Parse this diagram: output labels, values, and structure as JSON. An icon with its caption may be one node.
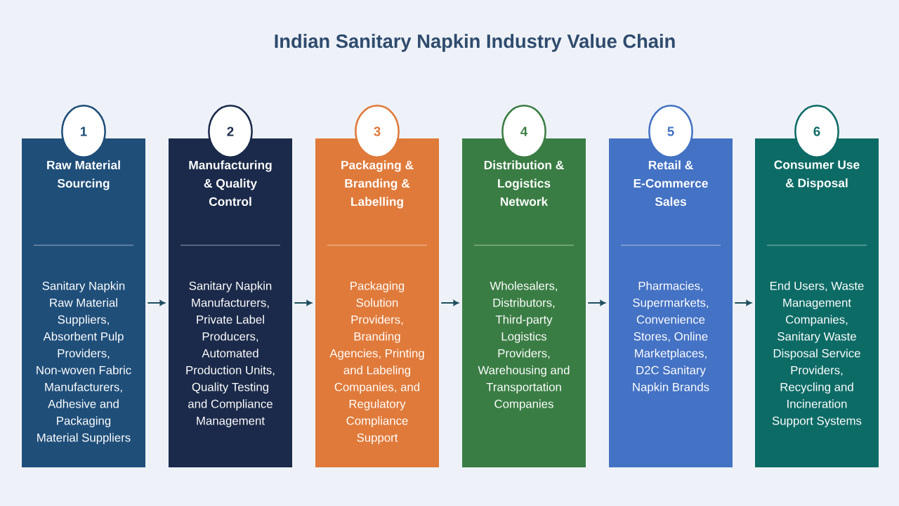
{
  "diagram": {
    "title": "Indian Sanitary Napkin Industry Value Chain",
    "nodes": [
      {
        "text": [
          "1"
        ]
      },
      {
        "text": [
          "Raw Material Sourcing",
          "Sanitary Napkin Raw Material Suppliers, Absorbent Pulp Providers, Non-woven Fabric Manufacturers, Adhesive and Packaging Material Suppliers"
        ]
      },
      {
        "text": [
          "2"
        ]
      },
      {
        "text": [
          "Manufacturing & Quality Control",
          "Sanitary Napkin Manufacturers, Private Label Producers, Automated Production Units, Quality Testing and Compliance Management"
        ]
      },
      {
        "text": [
          "3"
        ]
      },
      {
        "text": [
          "Packaging & Branding & Labelling",
          "Packaging Solution Providers, Branding Agencies, Printing and Labeling Companies, and Regulatory Compliance Support"
        ]
      },
      {
        "text": [
          "4"
        ]
      },
      {
        "text": [
          "Distribution & Logistics Network",
          "Wholesalers, Distributors, Third-party Logistics Providers, Warehousing and Transportation Companies"
        ]
      },
      {
        "text": [
          "5"
        ]
      },
      {
        "text": [
          "Retail & E-Commerce Sales",
          "Pharmacies, Supermarkets, Convenience Stores, Online Marketplaces, D2C Sanitary Napkin Brands"
        ]
      },
      {
        "text": [
          "6"
        ]
      },
      {
        "text": [
          "Consumer Use & Disposal",
          "End Users, Waste Management Companies, Sanitary Waste Disposal Service Providers, Recycling and Incineration Support Systems"
        ]
      }
    ],
    "edges": [
      {
        "from": 1,
        "to": 3,
        "arrow": "to"
      },
      {
        "from": 3,
        "to": 5,
        "arrow": "to"
      },
      {
        "from": 5,
        "to": 7,
        "arrow": "to"
      },
      {
        "from": 7,
        "to": 9,
        "arrow": "to"
      },
      {
        "from": 9,
        "to": 11,
        "arrow": "to"
      }
    ]
  }
}
